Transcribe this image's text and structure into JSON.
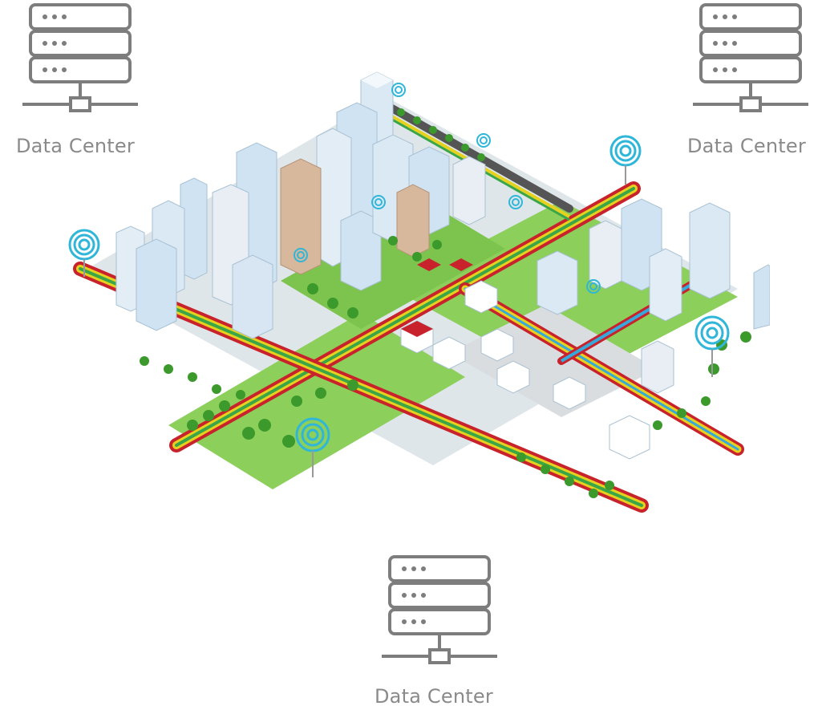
{
  "data_centers": [
    {
      "id": "top-left",
      "label": "Data Center"
    },
    {
      "id": "top-right",
      "label": "Data Center"
    },
    {
      "id": "bottom",
      "label": "Data Center"
    }
  ],
  "illustration": {
    "icon": "isometric-smart-city-illustration",
    "colors": {
      "road_red": "#c8232c",
      "road_yellow": "#e6d21e",
      "road_green": "#3aa648",
      "road_blue": "#36a9dc",
      "grass": "#6fbf3f",
      "tree": "#3b9a2b",
      "building": "#cfe3f2",
      "signal": "#2fb6d8"
    }
  }
}
